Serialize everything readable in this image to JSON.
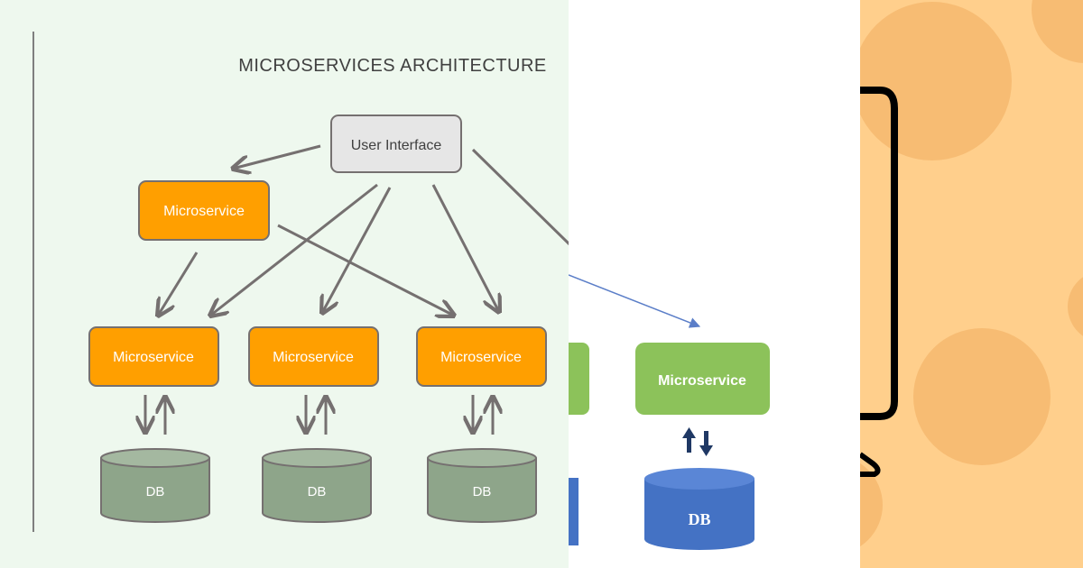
{
  "diagram": {
    "title": "MICROSERVICES ARCHITECTURE",
    "user_interface": "User Interface",
    "microservice_label": "Microservice",
    "db_label": "DB"
  },
  "colors": {
    "left_bg": "#eef8ee",
    "middle_bg": "#ffffff",
    "right_bg": "#ffcf8c",
    "ui_box": "#e6e6e6",
    "microservice_orange": "#ff9f00",
    "db_green": "#8ea58a",
    "microservice_green": "#8cc25a",
    "db_blue": "#4472c4",
    "arrow_gray": "#757070",
    "arrow_blue": "#5b7ec8",
    "arrow_navy": "#1f3864",
    "bracket": "#000000",
    "blob": "#f7bc73"
  }
}
